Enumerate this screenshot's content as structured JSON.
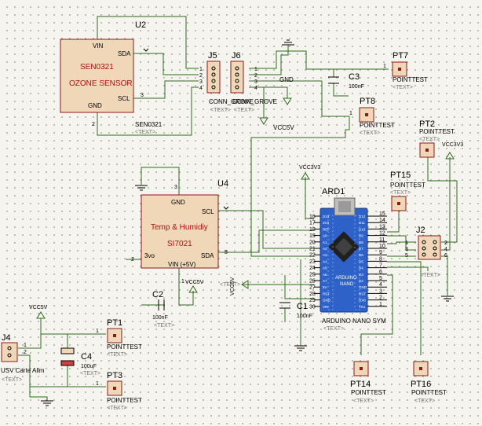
{
  "u2": {
    "ref": "U2",
    "title": "SEN0321",
    "subtitle": "OZONE SENSOR",
    "value": "SEN0321",
    "placeholder": "<TEXT>",
    "pins": {
      "vin": "VIN",
      "sda": "SDA",
      "scl": "SCL",
      "gnd": "GND"
    },
    "pin_numbers": {
      "scl": "3",
      "gnd": "2"
    }
  },
  "u4": {
    "ref": "U4",
    "title": "Temp & Humidiy",
    "subtitle": "SI7021",
    "pins": {
      "gnd": "GND",
      "scl": "SCL",
      "sda": "SDA",
      "vin": "VIN (+5V)",
      "v3": "3vo"
    },
    "pin_numbers": {
      "gnd": "3",
      "sda": "5",
      "v3": "2",
      "vin": "1"
    }
  },
  "j5": {
    "ref": "J5",
    "pins": [
      "1",
      "2",
      "3",
      "4"
    ]
  },
  "j6": {
    "ref": "J6",
    "pins": [
      "1",
      "2",
      "3",
      "4"
    ],
    "net_gnd": "GND"
  },
  "conn_value": "CONN_GROVE",
  "placeholder": "<TEXT>",
  "ard1": {
    "ref": "ARD1",
    "value": "ARDUINO NANO SYM",
    "brand": "ARDUINO",
    "model": "NANO",
    "left_pins": [
      "16",
      "17",
      "18",
      "19",
      "20",
      "21",
      "22",
      "23",
      "24",
      "25",
      "26",
      "27",
      "28",
      "29",
      "30"
    ],
    "right_pins": [
      "15",
      "14",
      "13",
      "12",
      "11",
      "10",
      "9",
      "8",
      "7",
      "6",
      "5",
      "4",
      "3",
      "2",
      "1"
    ],
    "left_labels": [
      "D13",
      "3V3",
      "REF",
      "A0",
      "A1",
      "A2",
      "A3",
      "A4",
      "A5",
      "A6",
      "A7",
      "5V",
      "RST",
      "GND",
      "VIN"
    ],
    "right_labels": [
      "D12",
      "D11",
      "D10",
      "D9",
      "D8",
      "D7",
      "D6",
      "D5",
      "D4",
      "D3",
      "D2",
      "GND",
      "RST",
      "RX0",
      "TX1"
    ]
  },
  "j2": {
    "ref": "J2",
    "pins": [
      "1",
      "2",
      "3",
      "4",
      "5",
      "6"
    ]
  },
  "j4": {
    "ref": "J4",
    "value": "USV Carte Alim",
    "pins": [
      "1",
      "2"
    ]
  },
  "c1": {
    "ref": "C1",
    "value": "100nF"
  },
  "c2": {
    "ref": "C2",
    "value": "100nF"
  },
  "c3": {
    "ref": "C3",
    "value": "100nF"
  },
  "c4": {
    "ref": "C4",
    "value": "100uF"
  },
  "testpoints": [
    {
      "ref": "PT7",
      "value": "POINTTEST"
    },
    {
      "ref": "PT8",
      "value": "POINTTEST"
    },
    {
      "ref": "PT2",
      "value": "POINTTEST"
    },
    {
      "ref": "PT15",
      "value": "POINTTEST"
    },
    {
      "ref": "PT1",
      "value": "POINTTEST"
    },
    {
      "ref": "PT3",
      "value": "POINTTEST"
    },
    {
      "ref": "PT14",
      "value": "POINTTEST"
    },
    {
      "ref": "PT16",
      "value": "POINTTEST"
    }
  ],
  "nets": {
    "vcc5v": "VCC5V",
    "vcc3v3": "VCC3V3",
    "gnd": "GND"
  },
  "colors": {
    "wire": "#2e6b1e",
    "body_fill": "#f0d7b8",
    "body_stroke": "#8b1a1a",
    "board": "#2f62c8",
    "pin_stroke": "#000000"
  }
}
